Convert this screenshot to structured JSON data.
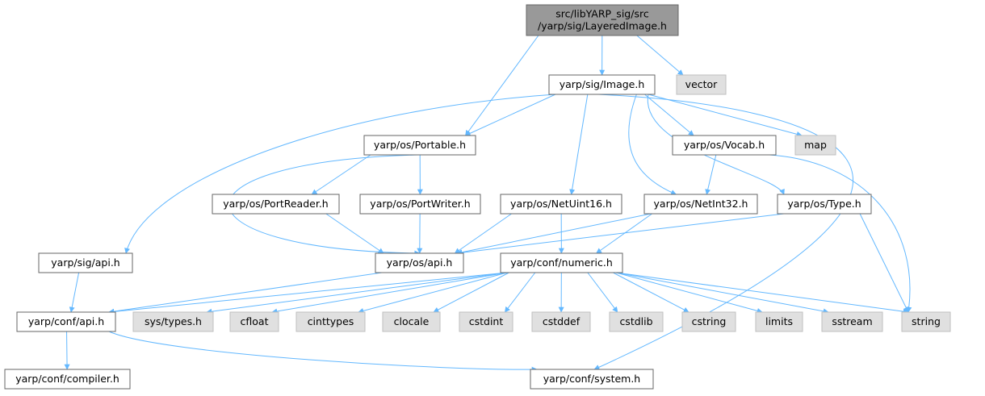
{
  "colors": {
    "root_fill": "#999999",
    "local_fill": "#ffffff",
    "system_fill": "#e0e0e0",
    "border": "#666666",
    "edge": "#63b8ff"
  },
  "nodes": [
    {
      "id": "root",
      "lines": [
        "src/libYARP_sig/src",
        "/yarp/sig/LayeredImage.h"
      ],
      "kind": "root"
    },
    {
      "id": "vector",
      "lines": [
        "vector"
      ],
      "kind": "system"
    },
    {
      "id": "image",
      "lines": [
        "yarp/sig/Image.h"
      ],
      "kind": "local"
    },
    {
      "id": "portable",
      "lines": [
        "yarp/os/Portable.h"
      ],
      "kind": "local"
    },
    {
      "id": "vocab",
      "lines": [
        "yarp/os/Vocab.h"
      ],
      "kind": "local"
    },
    {
      "id": "map",
      "lines": [
        "map"
      ],
      "kind": "system"
    },
    {
      "id": "portreader",
      "lines": [
        "yarp/os/PortReader.h"
      ],
      "kind": "local"
    },
    {
      "id": "portwriter",
      "lines": [
        "yarp/os/PortWriter.h"
      ],
      "kind": "local"
    },
    {
      "id": "netuint16",
      "lines": [
        "yarp/os/NetUint16.h"
      ],
      "kind": "local"
    },
    {
      "id": "netint32",
      "lines": [
        "yarp/os/NetInt32.h"
      ],
      "kind": "local"
    },
    {
      "id": "type",
      "lines": [
        "yarp/os/Type.h"
      ],
      "kind": "local"
    },
    {
      "id": "sigapi",
      "lines": [
        "yarp/sig/api.h"
      ],
      "kind": "local"
    },
    {
      "id": "osapi",
      "lines": [
        "yarp/os/api.h"
      ],
      "kind": "local"
    },
    {
      "id": "numeric",
      "lines": [
        "yarp/conf/numeric.h"
      ],
      "kind": "local"
    },
    {
      "id": "confapi",
      "lines": [
        "yarp/conf/api.h"
      ],
      "kind": "local"
    },
    {
      "id": "systypes",
      "lines": [
        "sys/types.h"
      ],
      "kind": "system"
    },
    {
      "id": "cfloat",
      "lines": [
        "cfloat"
      ],
      "kind": "system"
    },
    {
      "id": "cinttypes",
      "lines": [
        "cinttypes"
      ],
      "kind": "system"
    },
    {
      "id": "clocale",
      "lines": [
        "clocale"
      ],
      "kind": "system"
    },
    {
      "id": "cstdint",
      "lines": [
        "cstdint"
      ],
      "kind": "system"
    },
    {
      "id": "cstddef",
      "lines": [
        "cstddef"
      ],
      "kind": "system"
    },
    {
      "id": "cstdlib",
      "lines": [
        "cstdlib"
      ],
      "kind": "system"
    },
    {
      "id": "cstring",
      "lines": [
        "cstring"
      ],
      "kind": "system"
    },
    {
      "id": "limits",
      "lines": [
        "limits"
      ],
      "kind": "system"
    },
    {
      "id": "sstream",
      "lines": [
        "sstream"
      ],
      "kind": "system"
    },
    {
      "id": "string",
      "lines": [
        "string"
      ],
      "kind": "system"
    },
    {
      "id": "compiler",
      "lines": [
        "yarp/conf/compiler.h"
      ],
      "kind": "local"
    },
    {
      "id": "system",
      "lines": [
        "yarp/conf/system.h"
      ],
      "kind": "local"
    }
  ],
  "edges": [
    {
      "from": "root",
      "to": "portable"
    },
    {
      "from": "root",
      "to": "image"
    },
    {
      "from": "root",
      "to": "vector"
    },
    {
      "from": "image",
      "to": "portable"
    },
    {
      "from": "image",
      "to": "vocab"
    },
    {
      "from": "image",
      "to": "map"
    },
    {
      "from": "image",
      "to": "netuint16"
    },
    {
      "from": "image",
      "to": "netint32"
    },
    {
      "from": "image",
      "to": "type"
    },
    {
      "from": "image",
      "to": "sigapi"
    },
    {
      "from": "image",
      "to": "system"
    },
    {
      "from": "portable",
      "to": "portreader"
    },
    {
      "from": "portable",
      "to": "portwriter"
    },
    {
      "from": "portable",
      "to": "osapi"
    },
    {
      "from": "vocab",
      "to": "netint32"
    },
    {
      "from": "vocab",
      "to": "string"
    },
    {
      "from": "portreader",
      "to": "osapi"
    },
    {
      "from": "portwriter",
      "to": "osapi"
    },
    {
      "from": "netuint16",
      "to": "osapi"
    },
    {
      "from": "netuint16",
      "to": "numeric"
    },
    {
      "from": "netint32",
      "to": "osapi"
    },
    {
      "from": "netint32",
      "to": "numeric"
    },
    {
      "from": "type",
      "to": "osapi"
    },
    {
      "from": "type",
      "to": "string"
    },
    {
      "from": "sigapi",
      "to": "confapi"
    },
    {
      "from": "osapi",
      "to": "confapi"
    },
    {
      "from": "numeric",
      "to": "confapi"
    },
    {
      "from": "numeric",
      "to": "systypes"
    },
    {
      "from": "numeric",
      "to": "cfloat"
    },
    {
      "from": "numeric",
      "to": "cinttypes"
    },
    {
      "from": "numeric",
      "to": "clocale"
    },
    {
      "from": "numeric",
      "to": "cstdint"
    },
    {
      "from": "numeric",
      "to": "cstddef"
    },
    {
      "from": "numeric",
      "to": "cstdlib"
    },
    {
      "from": "numeric",
      "to": "cstring"
    },
    {
      "from": "numeric",
      "to": "limits"
    },
    {
      "from": "numeric",
      "to": "sstream"
    },
    {
      "from": "numeric",
      "to": "string"
    },
    {
      "from": "confapi",
      "to": "compiler"
    },
    {
      "from": "confapi",
      "to": "system"
    }
  ]
}
